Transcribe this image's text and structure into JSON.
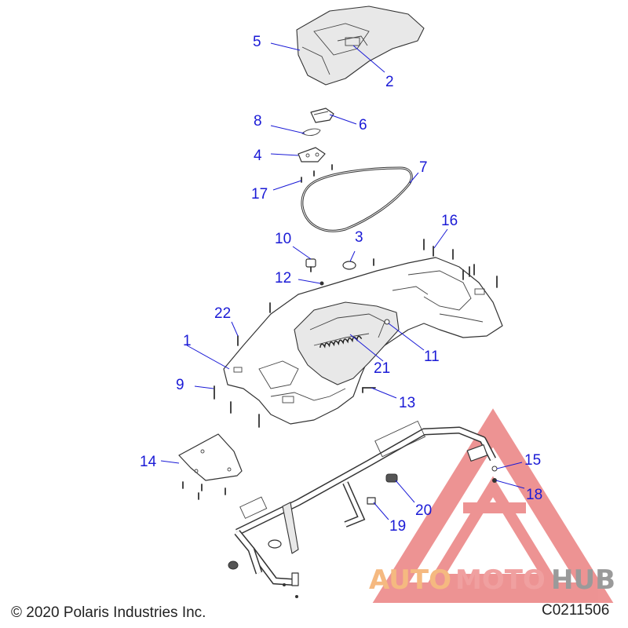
{
  "callouts": [
    {
      "id": "1",
      "label": "1"
    },
    {
      "id": "2",
      "label": "2"
    },
    {
      "id": "3",
      "label": "3"
    },
    {
      "id": "4",
      "label": "4"
    },
    {
      "id": "5",
      "label": "5"
    },
    {
      "id": "6",
      "label": "6"
    },
    {
      "id": "7",
      "label": "7"
    },
    {
      "id": "8",
      "label": "8"
    },
    {
      "id": "9",
      "label": "9"
    },
    {
      "id": "10",
      "label": "10"
    },
    {
      "id": "11",
      "label": "11"
    },
    {
      "id": "12",
      "label": "12"
    },
    {
      "id": "13",
      "label": "13"
    },
    {
      "id": "14",
      "label": "14"
    },
    {
      "id": "15",
      "label": "15"
    },
    {
      "id": "16",
      "label": "16"
    },
    {
      "id": "17",
      "label": "17"
    },
    {
      "id": "18",
      "label": "18"
    },
    {
      "id": "19",
      "label": "19"
    },
    {
      "id": "20",
      "label": "20"
    },
    {
      "id": "21",
      "label": "21"
    },
    {
      "id": "22",
      "label": "22"
    }
  ],
  "footer": {
    "copyright": "© 2020 Polaris Industries Inc.",
    "diagram_code": "C0211506"
  },
  "watermark": {
    "part1": "AUTO",
    "part2": "MOTO",
    "part3": "HUB",
    "color_primary": "#f5b980",
    "color_secondary": "#f0a0a0",
    "color_tertiary": "#9a9a9a",
    "triangle_color": "#e87070"
  },
  "colors": {
    "callout": "#1a1ad6"
  }
}
